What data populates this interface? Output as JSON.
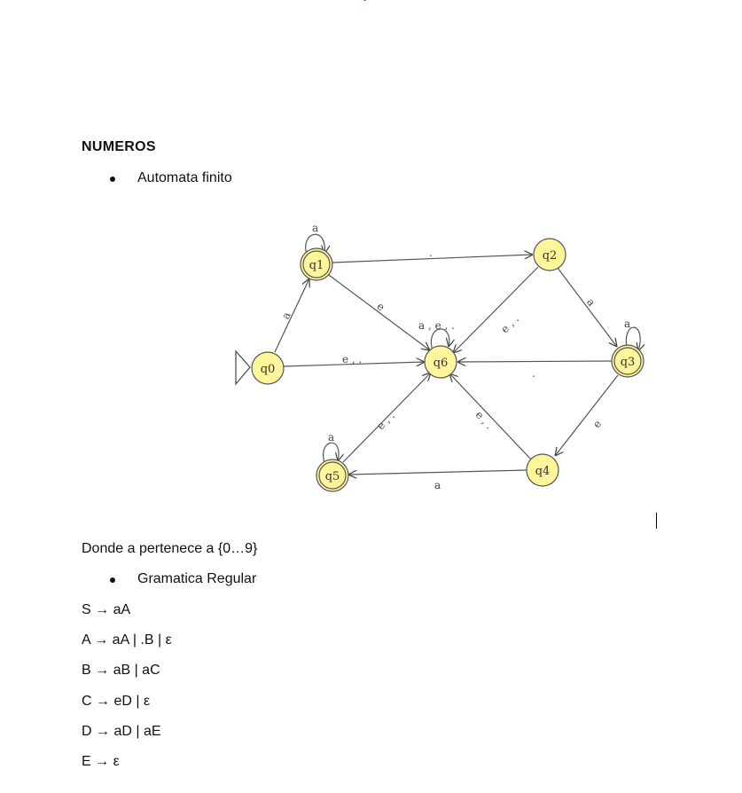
{
  "heading": "NUMEROS",
  "bullets": [
    "Automata finito",
    "Gramatica Regular"
  ],
  "note": "Donde a pertenece a {0…9}",
  "grammar": [
    "S → aA",
    "A →  aA | .B | ε",
    "B → aB | aC",
    "C → eD | ε",
    "D → aD | aE",
    "E → ε"
  ],
  "automaton": {
    "initial_state": "q0",
    "states": [
      "q0",
      "q1",
      "q2",
      "q3",
      "q4",
      "q5",
      "q6"
    ],
    "accepting_states": [
      "q1",
      "q3",
      "q5"
    ],
    "state_fill": "#fff59a",
    "transitions": [
      {
        "from": "q1",
        "to": "q1",
        "label": "a"
      },
      {
        "from": "q0",
        "to": "q1",
        "label": "a"
      },
      {
        "from": "q1",
        "to": "q2",
        "label": "."
      },
      {
        "from": "q1",
        "to": "q6",
        "label": "e"
      },
      {
        "from": "q0",
        "to": "q6",
        "label": "e , ."
      },
      {
        "from": "q6",
        "to": "q6",
        "label": "a , e , ."
      },
      {
        "from": "q2",
        "to": "q6",
        "label": "e , ."
      },
      {
        "from": "q2",
        "to": "q3",
        "label": "a"
      },
      {
        "from": "q3",
        "to": "q3",
        "label": "a"
      },
      {
        "from": "q3",
        "to": "q6",
        "label": "."
      },
      {
        "from": "q3",
        "to": "q4",
        "label": "e"
      },
      {
        "from": "q4",
        "to": "q6",
        "label": "e , ."
      },
      {
        "from": "q4",
        "to": "q5",
        "label": "a"
      },
      {
        "from": "q5",
        "to": "q6",
        "label": "e , ."
      },
      {
        "from": "q5",
        "to": "q5",
        "label": "a"
      }
    ]
  }
}
